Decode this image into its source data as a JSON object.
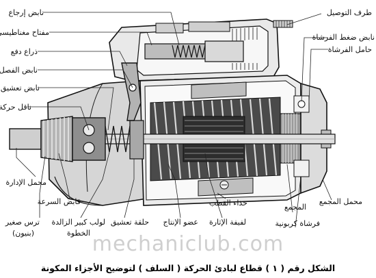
{
  "labels": {
    "return_spring": "نابض إرجاع",
    "magnetic_switch": "مفتاح مغناطيسي",
    "push_arm": "ذراع دفع",
    "separation_spring": "نابض الفصل",
    "engagement_spring": "نابض تعشيق",
    "motion_carrier": "ناقل حركة",
    "drive_bearing": "محمل الإدارة",
    "speed_catch": "قابض السرعة",
    "pinion_gear_line1": "ترس صغير",
    "pinion_gear_line2": "(بنيون)",
    "pitch_spring_line1": "لولب كبير الزالدة",
    "pitch_spring_line2": "الخطوة",
    "engagement_ring": "حلقة تعشيق",
    "armature_core": "عضو الإنتاج",
    "armature_winding": "لفيفة الإثارة",
    "pole_shoe": "حذاء القطب",
    "commutator": "المجمع",
    "carbon_brush": "فرشاة كربونية",
    "commutator_bearing": "محمل المجمع",
    "connection_terminal": "طرف التوصيل",
    "brush_spring": "نابض ضغط الفرشاة",
    "brush_holder": "حامل الفرشاة"
  },
  "watermark": "mechaniclub.com",
  "caption": "الشكل رقم ( ١ ) قطاع لبادئ الحركة ( السلف ) لتوضيح الأجزاء المكونة"
}
